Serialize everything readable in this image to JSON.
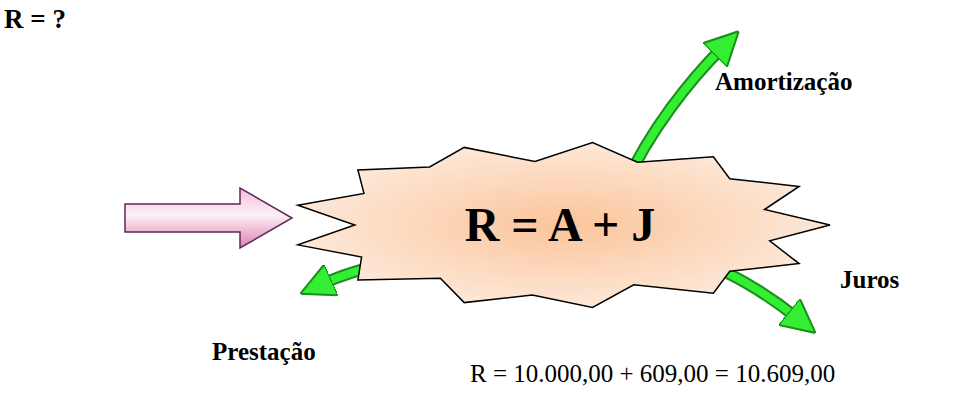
{
  "diagram": {
    "nodes": [
      {
        "text": [
          "R = A + J"
        ]
      }
    ],
    "labels": [
      "R = ?",
      "Amortização",
      "Juros",
      "Prestação",
      "R = 10.000,00 + 609,00 = 10.609,00"
    ]
  }
}
